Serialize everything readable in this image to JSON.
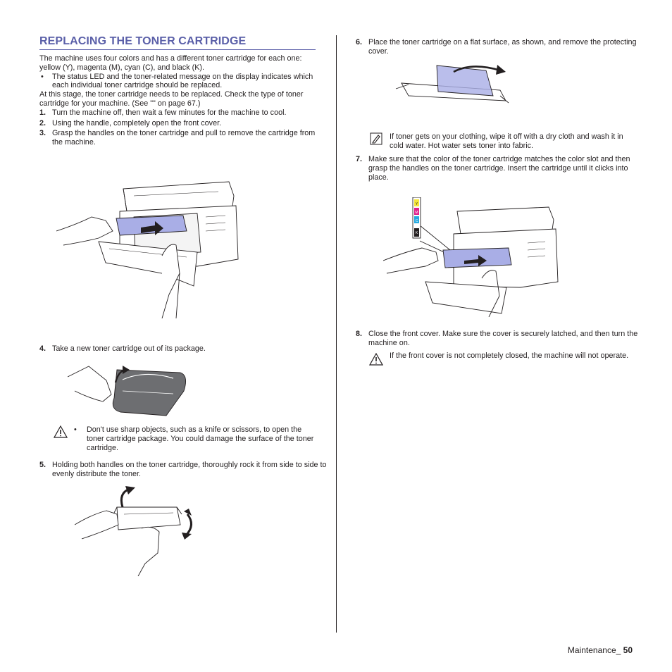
{
  "title": "REPLACING THE TONER CARTRIDGE",
  "intro": "The machine uses four colors and has a different toner cartridge for each one: yellow (Y), magenta (M), cyan (C), and black (K).",
  "bullet_1": "The status LED and the toner-related message on the display indicates which each individual toner cartridge should be replaced.",
  "stage_text": "At this stage, the toner cartridge needs to be replaced. Check the type of toner cartridge for your machine. (See \"\" on page 67.)",
  "steps": [
    {
      "num": "1.",
      "text": "Turn the machine off, then wait a few minutes for the machine to cool."
    },
    {
      "num": "2.",
      "text": "Using the handle, completely open the front cover."
    },
    {
      "num": "3.",
      "text": "Grasp the handles on the toner cartridge and pull to remove the cartridge from the machine."
    },
    {
      "num": "4.",
      "text": "Take a new toner cartridge out of its package."
    },
    {
      "num": "5.",
      "text": "Holding both handles on the toner cartridge, thoroughly rock it from side to side to evenly distribute the toner."
    },
    {
      "num": "6.",
      "text": "Place the toner cartridge on a flat surface, as shown, and remove the protecting cover."
    },
    {
      "num": "7.",
      "text": "Make sure that the color of the toner cartridge matches the color slot and then grasp the handles on the toner cartridge. Insert the cartridge until it clicks into place."
    },
    {
      "num": "8.",
      "text": "Close the front cover. Make sure the cover is securely latched, and then turn the machine on."
    }
  ],
  "caution_sharp": "Don't use sharp objects, such as a knife or scissors, to open the toner cartridge package. You could damage the surface of the toner cartridge.",
  "note_clothing": "If toner gets on your clothing, wipe it off with a dry cloth and wash it in cold water. Hot water sets toner into fabric.",
  "caution_cover": "If the front cover is not completely closed, the machine will not operate.",
  "slot_labels": [
    "Y",
    "M",
    "C",
    "K"
  ],
  "footer": {
    "section": "Maintenance_",
    "page": "50"
  },
  "colors": {
    "heading": "#5a5fa8",
    "cartridge": "#a9aee6",
    "yellow": "#f5e63a",
    "magenta": "#e0208c",
    "cyan": "#25a9e0",
    "black": "#231f20"
  }
}
